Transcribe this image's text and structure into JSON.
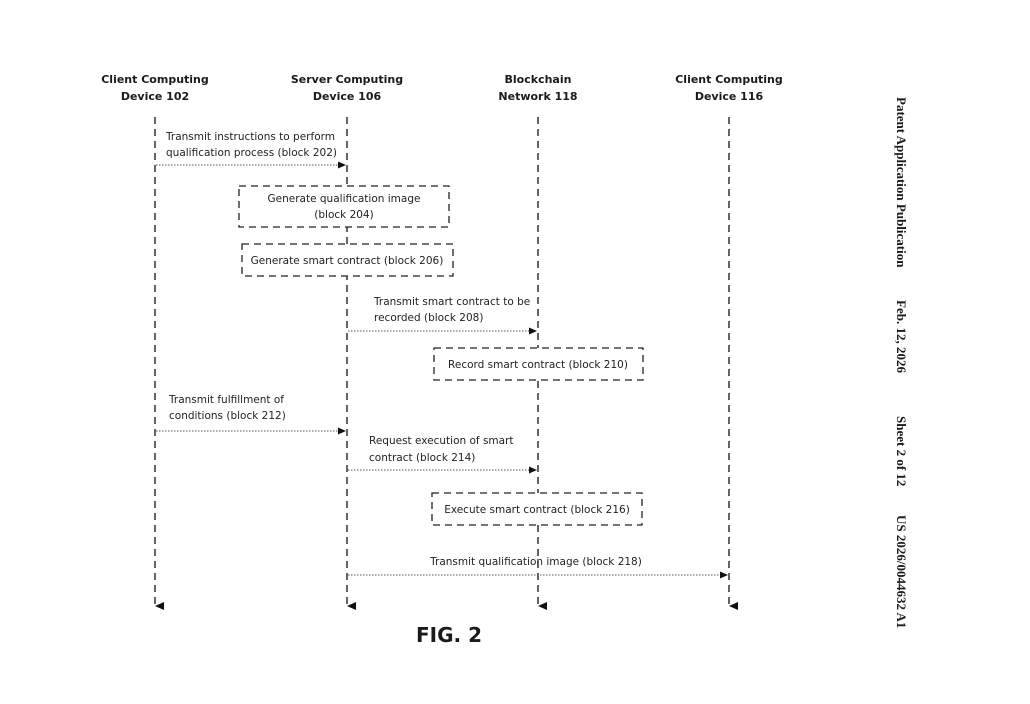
{
  "header": {
    "publication_type": "Patent Application Publication",
    "date": "Feb. 12, 2026",
    "sheet": "Sheet 2 of 12",
    "publication_number": "US 2026/0044632 A1"
  },
  "figure_label": "FIG. 2",
  "lanes": [
    {
      "id": "client102",
      "line1": "Client Computing",
      "line2": "Device 102"
    },
    {
      "id": "server106",
      "line1": "Server Computing",
      "line2": "Device 106"
    },
    {
      "id": "blockchain118",
      "line1": "Blockchain",
      "line2": "Network 118"
    },
    {
      "id": "client116",
      "line1": "Client Computing",
      "line2": "Device 116"
    }
  ],
  "messages": [
    {
      "from": 0,
      "to": 1,
      "lines": [
        "Transmit instructions to perform",
        "qualification process (block 202)"
      ]
    },
    {
      "from": 1,
      "to": 2,
      "lines": [
        "Transmit smart contract to be",
        "recorded (block 208)"
      ]
    },
    {
      "from": 0,
      "to": 1,
      "lines": [
        "Transmit fulfillment of",
        "conditions (block 212)"
      ]
    },
    {
      "from": 1,
      "to": 2,
      "lines": [
        "Request execution of smart",
        "contract (block 214)"
      ]
    },
    {
      "from": 1,
      "to": 3,
      "lines": [
        "Transmit qualification image (block 218)"
      ]
    }
  ],
  "boxes": [
    {
      "lane": 1,
      "lines": [
        "Generate qualification image",
        "(block 204)"
      ]
    },
    {
      "lane": 1,
      "lines": [
        "Generate smart contract (block 206)"
      ]
    },
    {
      "lane": 2,
      "lines": [
        "Record smart contract (block 210)"
      ]
    },
    {
      "lane": 2,
      "lines": [
        "Execute smart contract (block 216)"
      ]
    }
  ]
}
